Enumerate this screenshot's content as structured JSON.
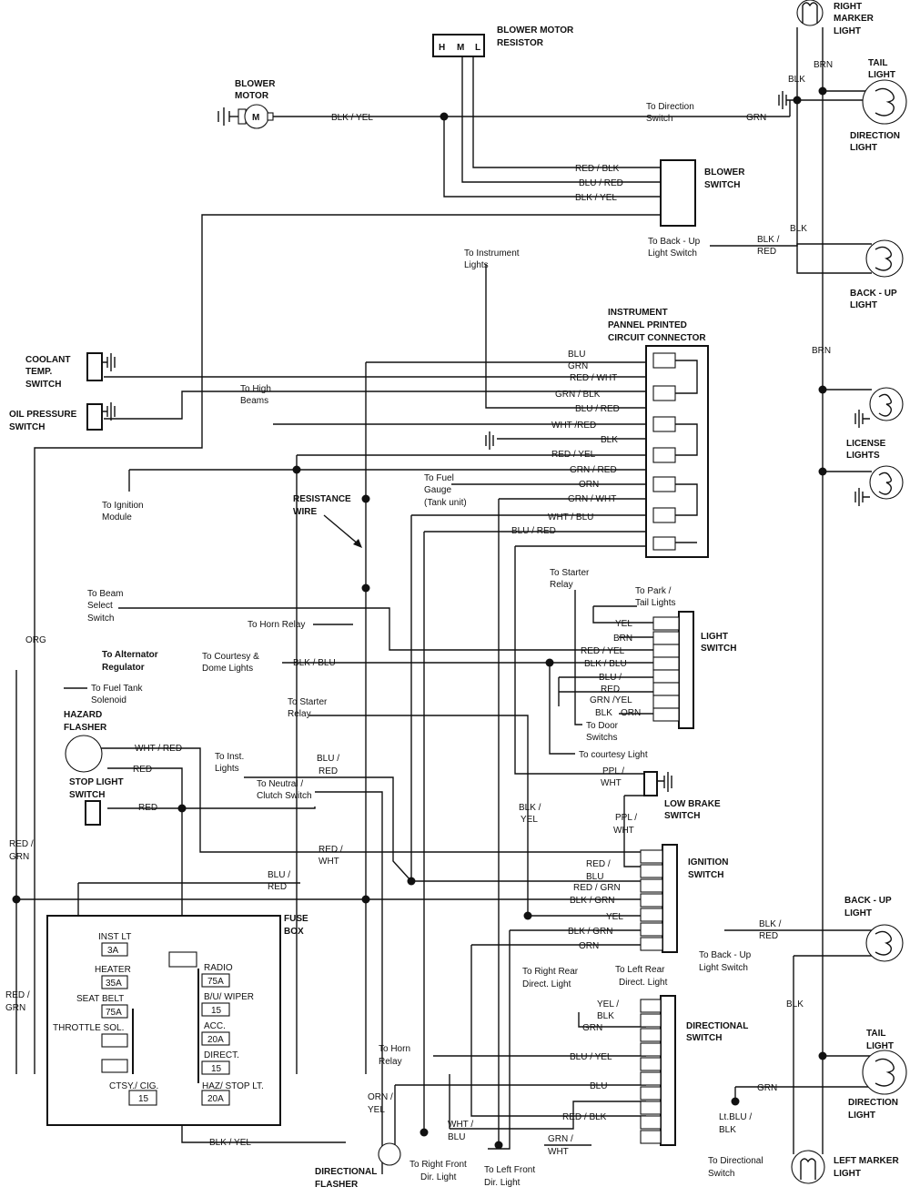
{
  "components": {
    "blower_motor_resistor": {
      "title_l1": "BLOWER MOTOR",
      "title_l2": "RESISTOR",
      "pins": [
        "H",
        "M",
        "L"
      ]
    },
    "blower_motor": {
      "title_l1": "BLOWER",
      "title_l2": "MOTOR",
      "symbol": "M"
    },
    "blower_switch": {
      "title_l1": "BLOWER",
      "title_l2": "SWITCH"
    },
    "right_marker_light": {
      "l1": "RIGHT",
      "l2": "MARKER",
      "l3": "LIGHT"
    },
    "tail_light_top": {
      "l1": "TAIL",
      "l2": "LIGHT"
    },
    "direction_light_top": {
      "l1": "DIRECTION",
      "l2": "LIGHT"
    },
    "backup_light_top": {
      "l1": "BACK - UP",
      "l2": "LIGHT"
    },
    "instrument_connector": {
      "l1": "INSTRUMENT",
      "l2": "PANNEL PRINTED",
      "l3": "CIRCUIT CONNECTOR"
    },
    "coolant_switch": {
      "l1": "COOLANT",
      "l2": "TEMP.",
      "l3": "SWITCH"
    },
    "oil_switch": {
      "l1": "OIL PRESSURE",
      "l2": "SWITCH"
    },
    "license_lights": {
      "l1": "LICENSE",
      "l2": "LIGHTS"
    },
    "light_switch": {
      "l1": "LIGHT",
      "l2": "SWITCH"
    },
    "hazard_flasher": {
      "l1": "HAZARD",
      "l2": "FLASHER"
    },
    "stop_light_switch": {
      "l1": "STOP LIGHT",
      "l2": "SWITCH"
    },
    "low_brake_switch": {
      "l1": "LOW BRAKE",
      "l2": "SWITCH"
    },
    "ignition_switch": {
      "l1": "IGNITION",
      "l2": "SWITCH"
    },
    "fuse_box": {
      "l1": "FUSE",
      "l2": "BOX"
    },
    "backup_light_bottom": {
      "l1": "BACK - UP",
      "l2": "LIGHT"
    },
    "directional_switch": {
      "l1": "DIRECTIONAL",
      "l2": "SWITCH"
    },
    "tail_light_bottom": {
      "l1": "TAIL",
      "l2": "LIGHT"
    },
    "direction_light_bottom": {
      "l1": "DIRECTION",
      "l2": "LIGHT"
    },
    "left_marker_light": {
      "l1": "LEFT MARKER",
      "l2": "LIGHT"
    },
    "directional_flasher": {
      "l1": "DIRECTIONAL",
      "l2": "FLASHER"
    },
    "resistance_wire": {
      "l1": "RESISTANCE",
      "l2": "WIRE"
    }
  },
  "wires": {
    "blk_yel_motor": "BLK / YEL",
    "red_blk": "RED / BLK",
    "blu_red": "BLU / RED",
    "blk_yel": "BLK / YEL",
    "grn_dir": "GRN",
    "blk_red_l1": "BLK /",
    "blk_red_l2": "RED",
    "blk_top": "BLK",
    "brn_top": "BRN",
    "blk_mid": "BLK",
    "brn_mid": "BRN",
    "ic_blu": "BLU",
    "ic_grn": "GRN",
    "ic_red_wht": "RED / WHT",
    "ic_grn_blk": "GRN / BLK",
    "ic_blu_red": "BLU / RED",
    "ic_wht_red": "WHT /RED",
    "ic_blk": "BLK",
    "ic_red_yel": "RED / YEL",
    "ic_grn_red": "GRN / RED",
    "ic_orn": "ORN",
    "ic_grn_wht": "GRN / WHT",
    "ic_wht_blu": "WHT / BLU",
    "ic_blu_red2": "BLU / RED",
    "org": "ORG",
    "ls_yel": "YEL",
    "ls_brn": "BRN",
    "ls_red_yel": "RED / YEL",
    "ls_blk_blu": "BLK / BLU",
    "ls_blu": "BLU /",
    "ls_red": "RED",
    "ls_grn_yel": "GRN /YEL",
    "ls_blk": "BLK",
    "ls_orn": "ORN",
    "courtesy_blk_blu": "BLK / BLU",
    "hz_wht_red": "WHT / RED",
    "hz_red": "RED",
    "sl_red": "RED",
    "inst_blu": "BLU /",
    "inst_red": "RED",
    "ppl1": "PPL /",
    "wht1": "WHT",
    "ppl2": "PPL /",
    "wht2": "WHT",
    "blk_yel_v1": "BLK /",
    "blk_yel_v2": "YEL",
    "red_wht_v1": "RED /",
    "red_wht_v2": "WHT",
    "red_grn_l1": "RED /",
    "red_grn_l2": "GRN",
    "red_grn_l3": "RED /",
    "red_grn_l4": "GRN",
    "ig_red_blu1": "RED /",
    "ig_red_blu2": "BLU",
    "ig_red_grn": "RED / GRN",
    "ig_blk_grn": "BLK / GRN",
    "ig_yel": "YEL",
    "ig_blk_grn2": "BLK / GRN",
    "ig_orn": "ORN",
    "blu_red_mid1": "BLU /",
    "blu_red_mid2": "RED",
    "bu_blk_red1": "BLK /",
    "bu_blk_red2": "RED",
    "blk_right": "BLK",
    "ds_yel_blk1": "YEL /",
    "ds_yel_blk2": "BLK",
    "ds_grn": "GRN",
    "ds_blu_yel": "BLU / YEL",
    "ds_blu": "BLU",
    "ds_red_blk": "RED / BLK",
    "ds_grn_wht1": "GRN /",
    "ds_grn_wht2": "WHT",
    "wht_blu1": "WHT /",
    "wht_blu2": "BLU",
    "orn_yel1": "ORN /",
    "orn_yel2": "YEL",
    "fb_blk_yel": "BLK / YEL",
    "grn_bottom": "GRN",
    "ltblu_blk1": "Lt.BLU /",
    "ltblu_blk2": "BLK"
  },
  "destinations": {
    "direction_switch": [
      "To Direction",
      "Switch"
    ],
    "backup_switch_top": [
      "To Back - Up",
      "Light Switch"
    ],
    "instrument_lights": [
      "To Instrument",
      "Lights"
    ],
    "high_beams": [
      "To High",
      "Beams"
    ],
    "fuel_gauge": [
      "To Fuel",
      "Gauge",
      "(Tank unit)"
    ],
    "ignition_module": [
      "To Ignition",
      "Module"
    ],
    "starter_relay_top": [
      "To Starter",
      "Relay"
    ],
    "park_tail": [
      "To Park /",
      "Tail Lights"
    ],
    "beam_select": [
      "To Beam",
      "Select",
      "Switch"
    ],
    "horn_relay_top": [
      "To Horn Relay"
    ],
    "courtesy_dome": [
      "To Courtesy &",
      "Dome Lights"
    ],
    "alternator": [
      "To Alternator",
      "Regulator"
    ],
    "fuel_tank": [
      "To Fuel Tank",
      "Solenoid"
    ],
    "starter_relay_mid": [
      "To Starter",
      "Relay"
    ],
    "door_switches": [
      "To Door",
      "Switchs"
    ],
    "courtesy_light": [
      "To courtesy Light"
    ],
    "inst_lights": [
      "To Inst.",
      "Lights"
    ],
    "neutral_clutch": [
      "To Neutral /",
      "Clutch Switch"
    ],
    "backup_switch_bottom": [
      "To Back - Up",
      "Light Switch"
    ],
    "right_rear": [
      "To Right Rear",
      "Direct. Light"
    ],
    "left_rear": [
      "To Left Rear",
      "Direct. Light"
    ],
    "horn_relay_bottom": [
      "To Horn",
      "Relay"
    ],
    "right_front": [
      "To Right Front",
      "Dir. Light"
    ],
    "left_front": [
      "To Left Front",
      "Dir. Light"
    ],
    "directional_switch_dest": [
      "To Directional",
      "Switch"
    ]
  },
  "fuses": {
    "inst_lt": {
      "name": "INST LT",
      "rating": "3A"
    },
    "heater": {
      "name": "HEATER",
      "rating": "35A"
    },
    "seat_belt": {
      "name": "SEAT BELT",
      "rating": "75A"
    },
    "throttle": {
      "name": "THROTTLE SOL."
    },
    "radio": {
      "name": "RADIO",
      "rating": "75A"
    },
    "bu_wiper": {
      "name": "B/U/ WIPER",
      "rating": "15"
    },
    "acc": {
      "name": "ACC.",
      "rating": "20A"
    },
    "direct": {
      "name": "DIRECT.",
      "rating": "15"
    },
    "ctsy_cig": {
      "name": "CTSY./ CIG.",
      "rating": "15"
    },
    "haz_stop": {
      "name": "HAZ/ STOP LT.",
      "rating": "20A"
    }
  }
}
